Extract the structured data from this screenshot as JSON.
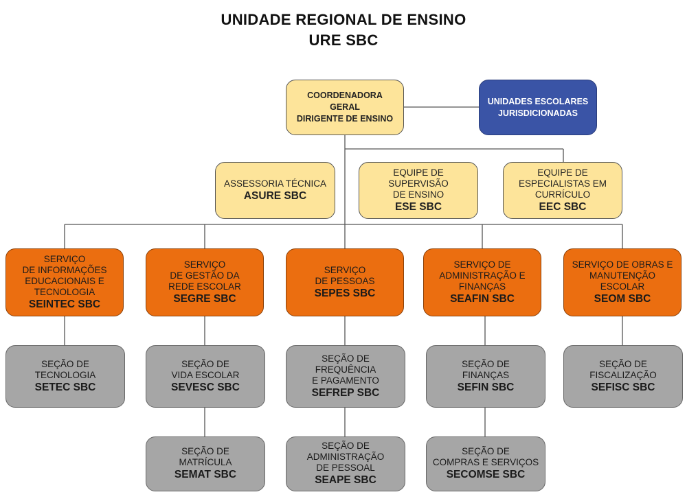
{
  "title": {
    "line1": "UNIDADE REGIONAL DE ENSINO",
    "line2": "URE SBC"
  },
  "colors": {
    "coordination": "#fde49a",
    "schools": "#3a54a6",
    "service": "#eb6e10",
    "section": "#a6a6a6",
    "connector": "#555555"
  },
  "top": {
    "coordenadora": {
      "text": "COORDENADORA\nGERAL\nDIRIGENTE DE ENSINO"
    },
    "unidades": {
      "text": "UNIDADES ESCOLARES\nJURISDICIONADAS"
    }
  },
  "teams": [
    {
      "text": "ASSESSORIA TÉCNICA",
      "abbr": "ASURE SBC"
    },
    {
      "text": "EQUIPE DE\nSUPERVISÃO\nDE ENSINO",
      "abbr": "ESE SBC"
    },
    {
      "text": "EQUIPE DE\nESPECIALISTAS EM\nCURRÍCULO",
      "abbr": "EEC SBC"
    }
  ],
  "services": [
    {
      "text": "SERVIÇO\nDE INFORMAÇÕES\nEDUCACIONAIS E\nTECNOLOGIA",
      "abbr": "SEINTEC SBC"
    },
    {
      "text": "SERVIÇO\nDE GESTÃO DA\nREDE ESCOLAR",
      "abbr": "SEGRE SBC"
    },
    {
      "text": "SERVIÇO\nDE PESSOAS",
      "abbr": "SEPES SBC"
    },
    {
      "text": "SERVIÇO DE\nADMINISTRAÇÃO E\nFINANÇAS",
      "abbr": "SEAFIN SBC"
    },
    {
      "text": "SERVIÇO DE OBRAS E\nMANUTENÇÃO\nESCOLAR",
      "abbr": "SEOM SBC"
    }
  ],
  "sections": [
    {
      "text": "SEÇÃO DE\nTECNOLOGIA",
      "abbr": "SETEC SBC"
    },
    {
      "text": "SEÇÃO DE\nVIDA ESCOLAR",
      "abbr": "SEVESC SBC"
    },
    {
      "text": "SEÇÃO DE\nMATRÍCULA",
      "abbr": "SEMAT SBC"
    },
    {
      "text": "SEÇÃO DE\nFREQUÊNCIA\nE PAGAMENTO",
      "abbr": "SEFREP SBC"
    },
    {
      "text": "SEÇÃO DE\nADMINISTRAÇÃO\nDE PESSOAL",
      "abbr": "SEAPE SBC"
    },
    {
      "text": "SEÇÃO DE\nFINANÇAS",
      "abbr": "SEFIN SBC"
    },
    {
      "text": "SEÇÃO DE\nCOMPRAS E SERVIÇOS",
      "abbr": "SECOMSE SBC"
    },
    {
      "text": "SEÇÃO DE\nFISCALIZAÇÃO",
      "abbr": "SEFISC SBC"
    }
  ]
}
